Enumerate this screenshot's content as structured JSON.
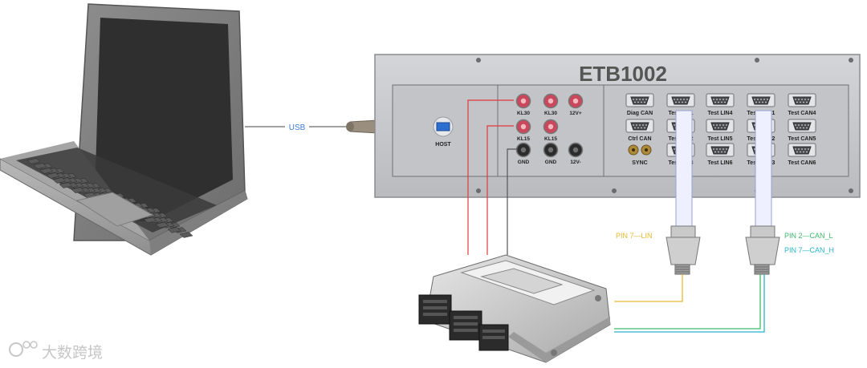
{
  "device": {
    "title": "ETB1002",
    "host_label": "HOST",
    "power": {
      "row1": [
        "KL30",
        "KL30",
        "12V+"
      ],
      "row2": [
        "KL15",
        "KL15"
      ],
      "row3": [
        "GND",
        "GND",
        "12V-"
      ]
    },
    "ports": [
      [
        "Diag CAN",
        "Test LIN1",
        "Test LIN4",
        "Test CAN1",
        "Test CAN4"
      ],
      [
        "Ctrl CAN",
        "Test LIN2",
        "Test LIN5",
        "Test CAN2",
        "Test CAN5"
      ],
      [
        "SYNC",
        "Test LIN3",
        "Test LIN6",
        "Test CAN3",
        "Test CAN6"
      ]
    ]
  },
  "connections": {
    "usb_label": "USB",
    "lin_pin": "PIN 7—LIN",
    "can_pins": [
      "PIN 2—CAN_L",
      "PIN 7—CAN_H"
    ]
  },
  "colors": {
    "kl30_wire": "#e03b3b",
    "gnd_wire": "#555555",
    "lin_wire": "#e8b830",
    "can_l_wire": "#3fb86b",
    "can_h_wire": "#27b5c9",
    "usb_wire": "#6b6b6b",
    "panel": "#c7c9cc"
  },
  "watermark": "大数跨境"
}
